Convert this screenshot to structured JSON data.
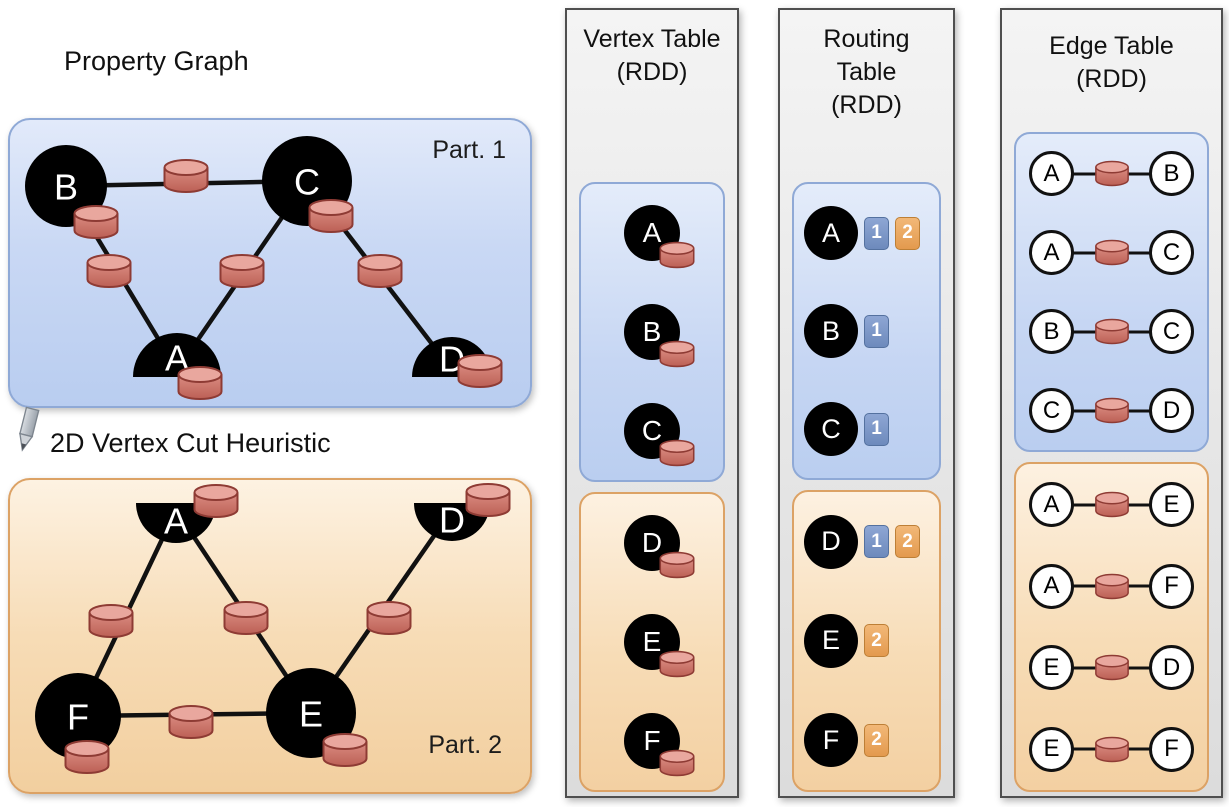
{
  "left": {
    "title": "Property Graph",
    "cut_heuristic": "2D Vertex Cut Heuristic",
    "part1_label": "Part. 1",
    "part2_label": "Part. 2"
  },
  "graph": {
    "part1": {
      "vertices": [
        {
          "id": "B",
          "shape": "full-circle"
        },
        {
          "id": "C",
          "shape": "full-circle"
        },
        {
          "id": "A",
          "shape": "half-circle-top"
        },
        {
          "id": "D",
          "shape": "half-circle-top"
        }
      ],
      "edges": [
        "B-C",
        "B-A",
        "A-C",
        "C-D"
      ]
    },
    "part2": {
      "vertices": [
        {
          "id": "A",
          "shape": "half-circle-bottom"
        },
        {
          "id": "D",
          "shape": "half-circle-bottom"
        },
        {
          "id": "F",
          "shape": "full-circle"
        },
        {
          "id": "E",
          "shape": "full-circle"
        }
      ],
      "edges": [
        "A-F",
        "A-E",
        "E-D",
        "F-E"
      ]
    }
  },
  "vertex_table": {
    "title": [
      "Vertex Table",
      "(RDD)"
    ],
    "part1": [
      {
        "id": "A"
      },
      {
        "id": "B"
      },
      {
        "id": "C"
      }
    ],
    "part2": [
      {
        "id": "D"
      },
      {
        "id": "E"
      },
      {
        "id": "F"
      }
    ]
  },
  "routing_table": {
    "title": [
      "Routing",
      "Table",
      "(RDD)"
    ],
    "part1": [
      {
        "id": "A",
        "routes": [
          {
            "n": "1",
            "part": "blue"
          },
          {
            "n": "2",
            "part": "orange"
          }
        ]
      },
      {
        "id": "B",
        "routes": [
          {
            "n": "1",
            "part": "blue"
          }
        ]
      },
      {
        "id": "C",
        "routes": [
          {
            "n": "1",
            "part": "blue"
          }
        ]
      }
    ],
    "part2": [
      {
        "id": "D",
        "routes": [
          {
            "n": "1",
            "part": "blue"
          },
          {
            "n": "2",
            "part": "orange"
          }
        ]
      },
      {
        "id": "E",
        "routes": [
          {
            "n": "2",
            "part": "orange"
          }
        ]
      },
      {
        "id": "F",
        "routes": [
          {
            "n": "2",
            "part": "orange"
          }
        ]
      }
    ]
  },
  "edge_table": {
    "title": [
      "Edge Table",
      "(RDD)"
    ],
    "part1": [
      {
        "src": "A",
        "dst": "B"
      },
      {
        "src": "A",
        "dst": "C"
      },
      {
        "src": "B",
        "dst": "C"
      },
      {
        "src": "C",
        "dst": "D"
      }
    ],
    "part2": [
      {
        "src": "A",
        "dst": "E"
      },
      {
        "src": "A",
        "dst": "F"
      },
      {
        "src": "E",
        "dst": "D"
      },
      {
        "src": "E",
        "dst": "F"
      }
    ]
  },
  "icons": {
    "pencil": "pencil-icon",
    "cylinder": "database-cylinder-icon"
  },
  "colors": {
    "partition1_fill": "#c7d6f3",
    "partition1_border": "#8fa9d6",
    "partition2_fill": "#f6d8b2",
    "partition2_border": "#dca265",
    "cylinder_fill": "#cf7a70",
    "cylinder_stroke": "#8e3b34",
    "route_chip_blue": "#7e9ac9",
    "route_chip_orange": "#ecaa62",
    "column_fill": "#e9e9e9",
    "column_border": "#4f4f4f",
    "vertex_fill": "#000000"
  }
}
